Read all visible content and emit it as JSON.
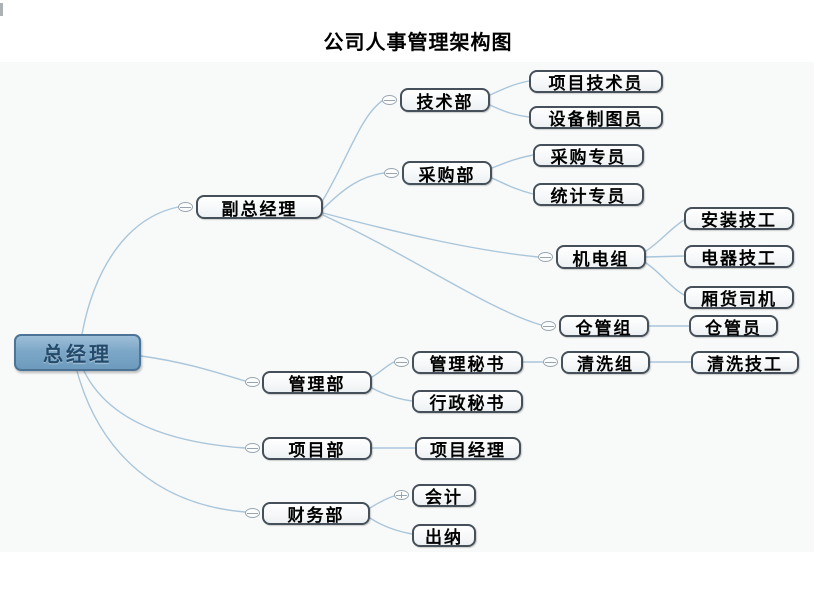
{
  "title": "公司人事管理架构图",
  "colors": {
    "canvas_background": "#f8f9f9",
    "connector": "#a9c6db",
    "node_border": "#45505a",
    "node_fill": "#ffffff",
    "node_text": "#000000",
    "root_fill": "#7da7c7",
    "root_border": "#4d7496",
    "root_text": "#234a6b",
    "toggle_icon_stroke": "#98a5ae"
  },
  "icons": {
    "collapse": "minus-ellipse",
    "expand": "plus-ellipse"
  },
  "tree": {
    "label": "总经理",
    "children": [
      {
        "label": "副总经理",
        "toggle": "expanded",
        "children": [
          {
            "label": "技术部",
            "toggle": "expanded",
            "children": [
              {
                "label": "项目技术员"
              },
              {
                "label": "设备制图员"
              }
            ]
          },
          {
            "label": "采购部",
            "toggle": "expanded",
            "children": [
              {
                "label": "采购专员"
              },
              {
                "label": "统计专员"
              }
            ]
          },
          {
            "label": "机电组",
            "toggle": "expanded",
            "children": [
              {
                "label": "安装技工"
              },
              {
                "label": "电器技工"
              },
              {
                "label": "厢货司机"
              }
            ]
          },
          {
            "label": "仓管组",
            "toggle": "expanded",
            "children": [
              {
                "label": "仓管员"
              }
            ]
          }
        ]
      },
      {
        "label": "管理部",
        "toggle": "expanded",
        "children": [
          {
            "label": "管理秘书",
            "toggle": "expanded",
            "children": [
              {
                "label": "清洗组",
                "toggle": "expanded",
                "children": [
                  {
                    "label": "清洗技工"
                  }
                ]
              }
            ]
          },
          {
            "label": "行政秘书"
          }
        ]
      },
      {
        "label": "项目部",
        "toggle": "expanded",
        "children": [
          {
            "label": "项目经理"
          }
        ]
      },
      {
        "label": "财务部",
        "toggle": "expanded",
        "children": [
          {
            "label": "会计",
            "toggle": "collapsed"
          },
          {
            "label": "出纳"
          }
        ]
      }
    ]
  }
}
